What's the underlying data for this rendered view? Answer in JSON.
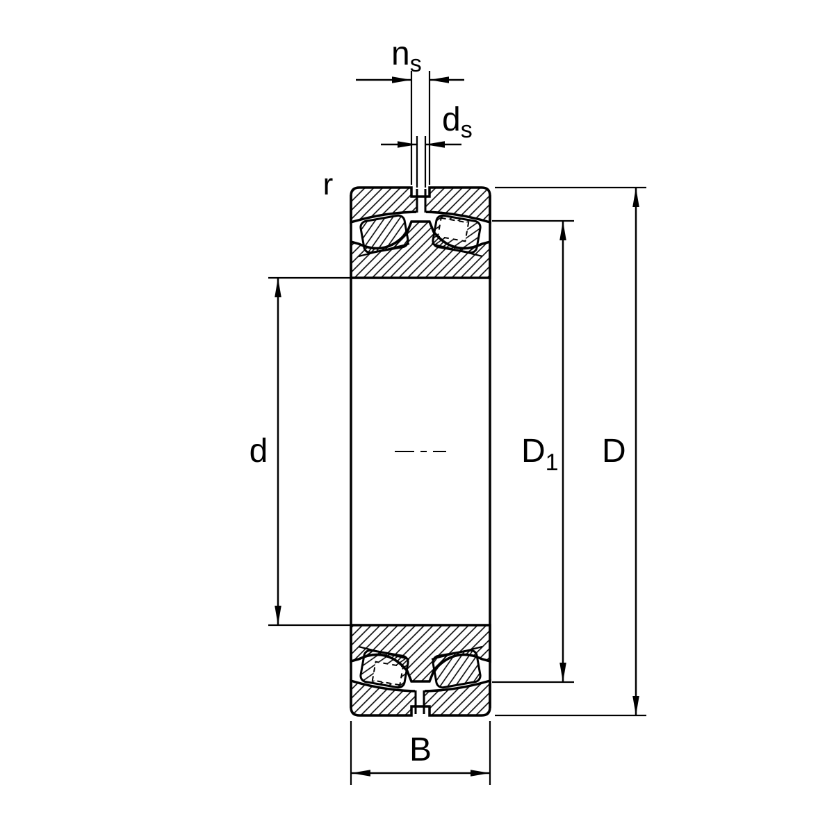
{
  "figure": {
    "background": "#ffffff",
    "line_color": "#000000",
    "description_labels": {
      "note": "bearing cross-section dimension labels"
    },
    "labels": {
      "ns_base": "n",
      "ns_sub": "s",
      "ds_base": "d",
      "ds_sub": "s",
      "r": "r",
      "d": "d",
      "D1_base": "D",
      "D1_sub": "1",
      "D": "D",
      "B": "B"
    }
  }
}
